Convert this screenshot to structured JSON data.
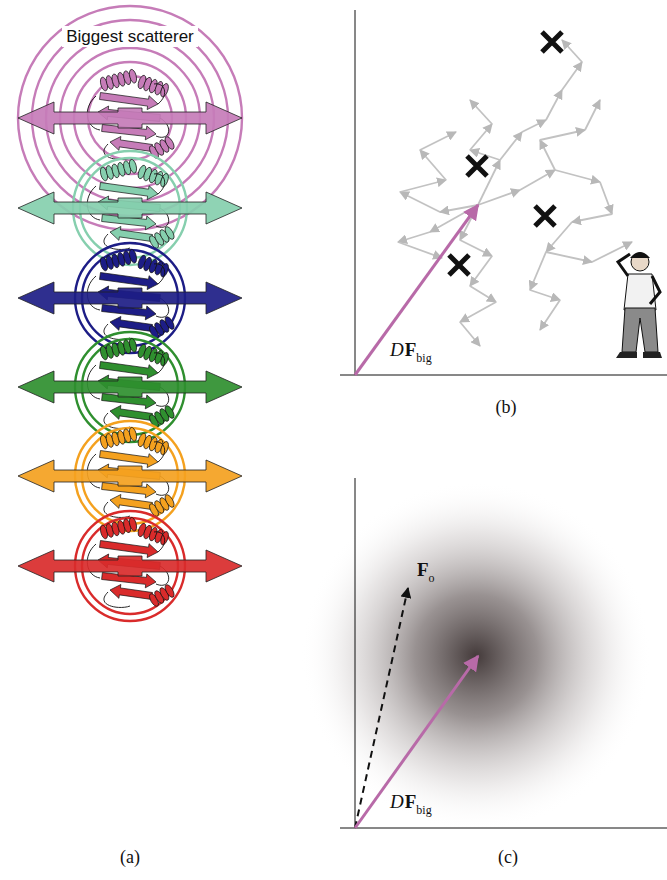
{
  "diagram": {
    "labels": [
      "Biggest scatterer",
      "D",
      "F",
      "big",
      "F",
      "o",
      "D",
      "F",
      "big",
      "(a)",
      "(b)",
      "(c)"
    ]
  }
}
